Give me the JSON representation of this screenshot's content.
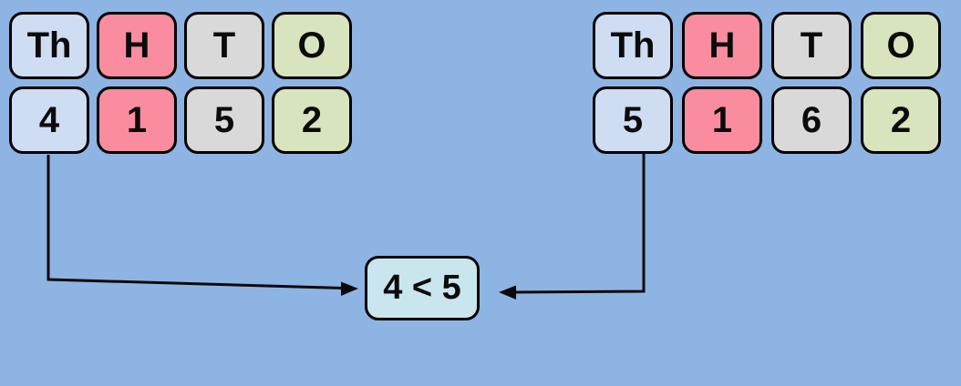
{
  "canvas": {
    "background": "#8EB4E3"
  },
  "colors": {
    "thousands": "#CEDDF2",
    "hundreds": "#F98D9F",
    "tens": "#D9D9D9",
    "ones": "#D7E4BD",
    "comparison_box": "#C9E6EE",
    "line": "#0A0A0A"
  },
  "left_table": {
    "headers": [
      "Th",
      "H",
      "T",
      "O"
    ],
    "digits": [
      "4",
      "1",
      "5",
      "2"
    ]
  },
  "right_table": {
    "headers": [
      "Th",
      "H",
      "T",
      "O"
    ],
    "digits": [
      "5",
      "1",
      "6",
      "2"
    ]
  },
  "comparison": {
    "text": "4 < 5"
  }
}
